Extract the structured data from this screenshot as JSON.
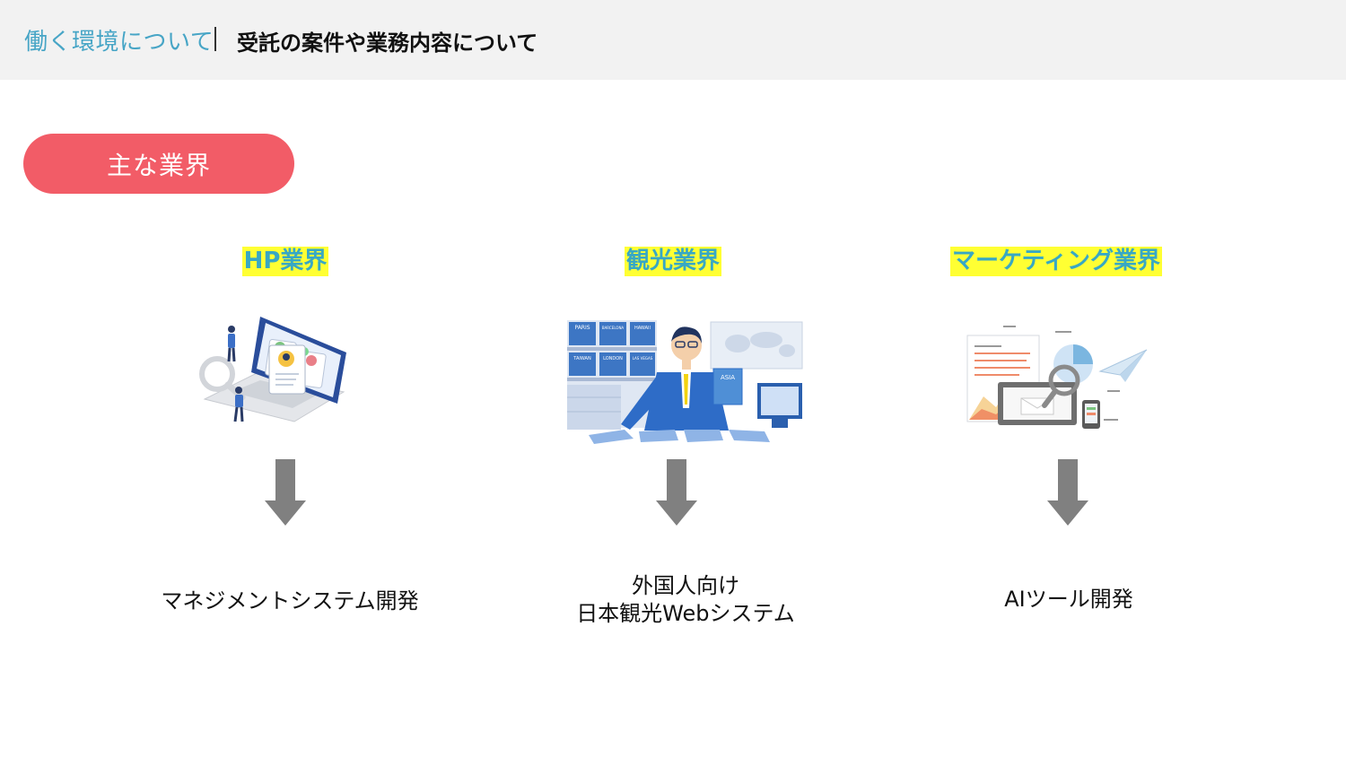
{
  "header": {
    "section": "働く環境について",
    "page_title": "受託の案件や業務内容について"
  },
  "badge": {
    "label": "主な業界"
  },
  "industries": [
    {
      "title": "HP業界",
      "result_line1": "マネジメントシステム開発",
      "illustration_icon": "laptop-profiles-icon"
    },
    {
      "title": "観光業界",
      "result_line1": "外国人向け",
      "result_line2": "日本観光Webシステム",
      "illustration_icon": "travel-agent-icon",
      "signs": [
        "PARIS",
        "BARCELONA",
        "HAWAII",
        "TAIWAN",
        "LONDON",
        "LAS VEGAS",
        "ASIA"
      ]
    },
    {
      "title": "マーケティング業界",
      "result_line1": "AIツール開発",
      "illustration_icon": "marketing-analytics-icon"
    }
  ],
  "colors": {
    "accent_blue": "#47a5c6",
    "badge_red": "#f25c67",
    "highlight_yellow": "#ffff33",
    "arrow_gray": "#808080"
  }
}
